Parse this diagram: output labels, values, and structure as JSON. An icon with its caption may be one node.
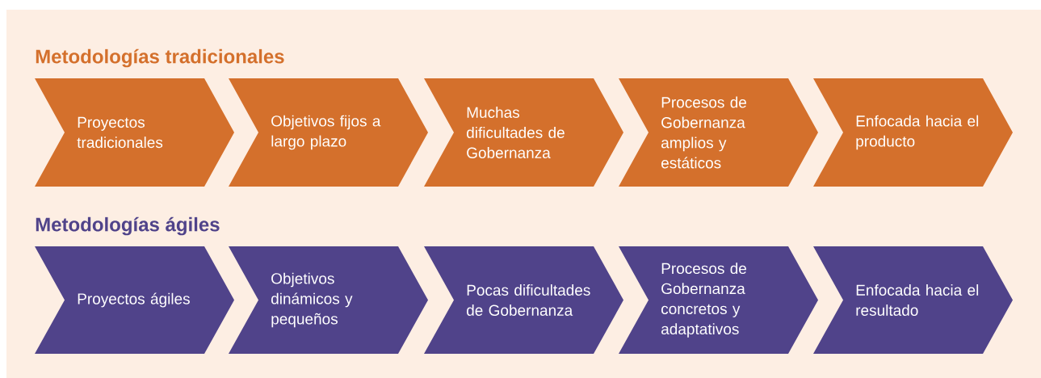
{
  "diagram": {
    "nodes": [
      {
        "text": [
          "Proyectos tradicionales"
        ]
      },
      {
        "text": [
          "Objetivos fijos a largo plazo"
        ]
      },
      {
        "text": [
          "Muchas dificultades de Gobernanza"
        ]
      },
      {
        "text": [
          "Procesos de Gobernanza amplios y estáticos"
        ]
      },
      {
        "text": [
          "Enfocada hacia el producto"
        ]
      },
      {
        "text": [
          "Proyectos ágiles"
        ]
      },
      {
        "text": [
          "Objetivos dinámicos y pequeños"
        ]
      },
      {
        "text": [
          "Pocas dificultades de Gobernanza"
        ]
      },
      {
        "text": [
          "Procesos de Gobernanza concretos y adaptativos"
        ]
      },
      {
        "text": [
          "Enfocada hacia el resultado"
        ]
      }
    ],
    "labels": [
      "Metodologías tradicionales",
      "Metodologías ágiles"
    ]
  }
}
